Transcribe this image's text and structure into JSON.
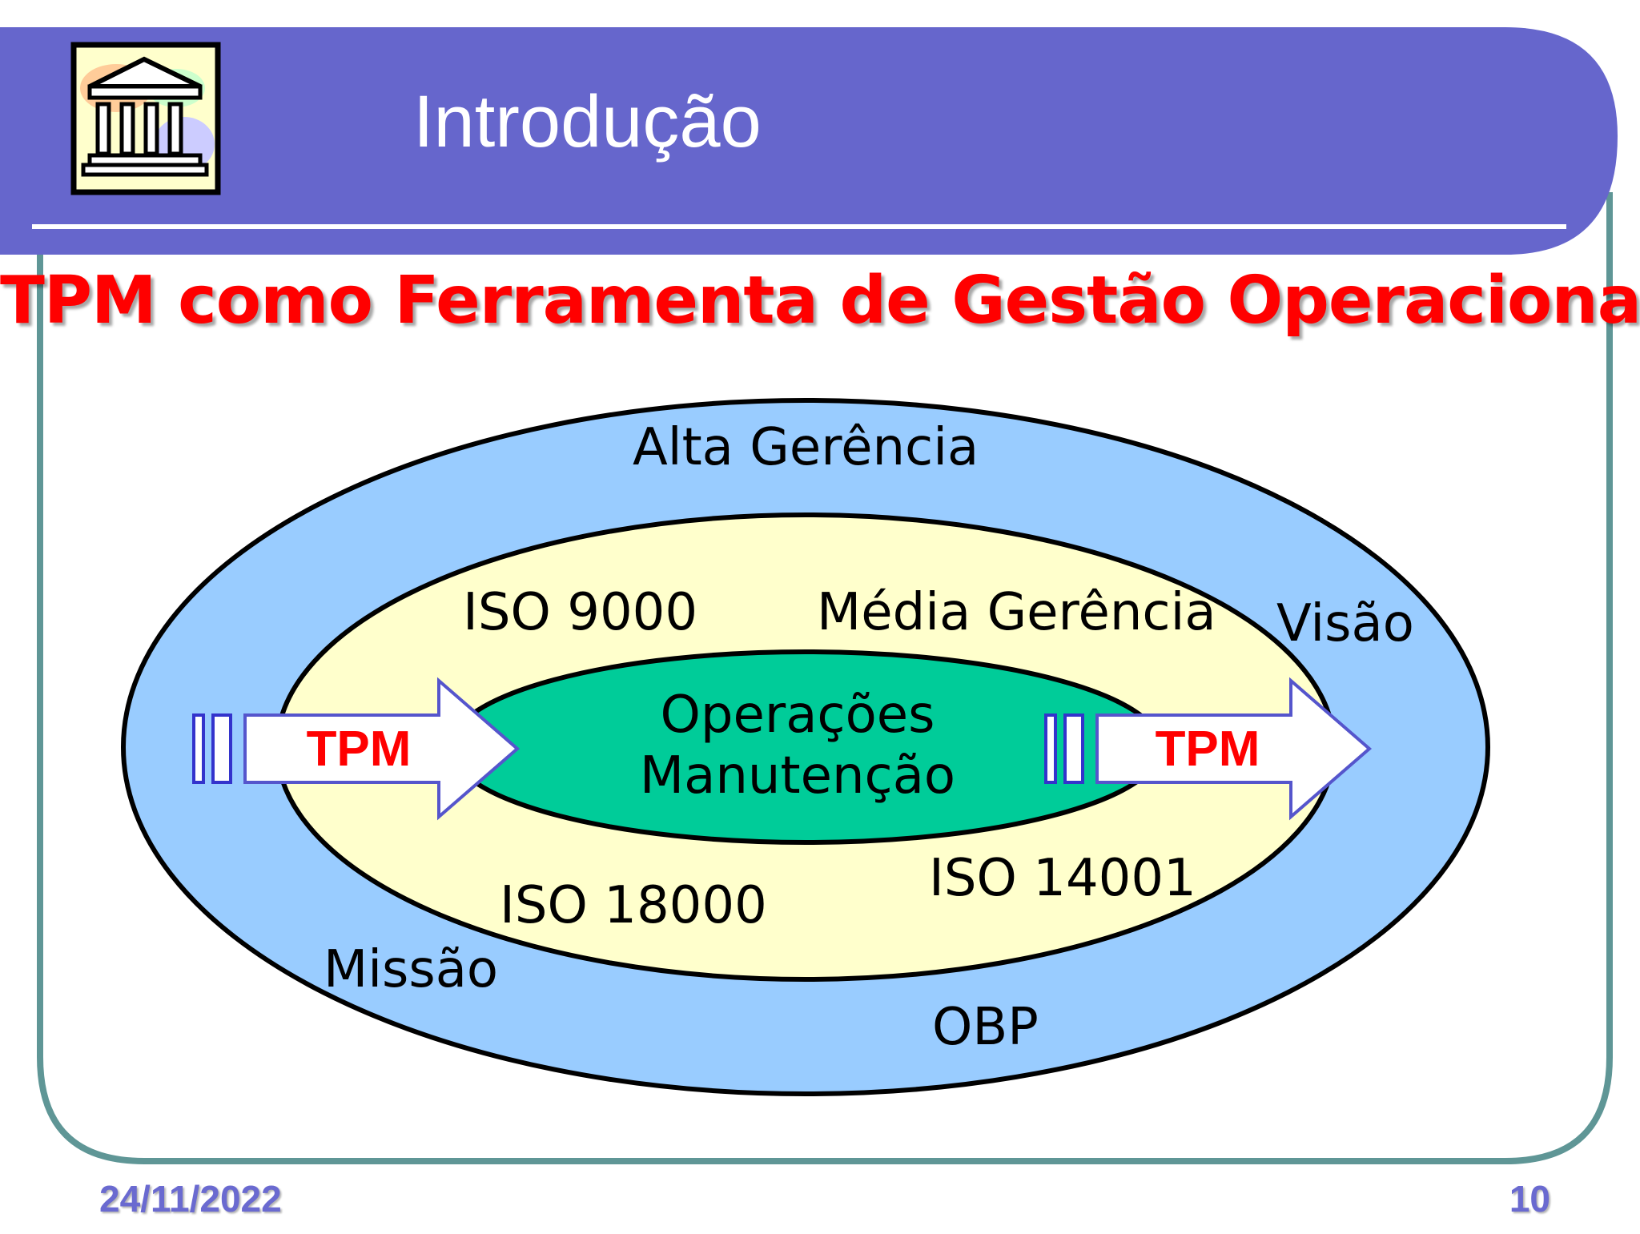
{
  "header": {
    "title": "Introdução",
    "icon": "building-icon"
  },
  "subtitle": "TPM como Ferramenta de Gestão Operacional",
  "diagram": {
    "outer_ring": {
      "color": "#99ccff",
      "labels": {
        "alta_gerencia": "Alta Gerência",
        "visao": "Visão",
        "missao": "Missão",
        "obp": "OBP"
      }
    },
    "middle_ring": {
      "color": "#ffffcc",
      "labels": {
        "iso_9000": "ISO 9000",
        "media_gerencia": "Média Gerência",
        "iso_18000": "ISO 18000",
        "iso_14001": "ISO 14001"
      }
    },
    "core": {
      "color": "#00cc99",
      "line1": "Operações",
      "line2": "Manutenção"
    },
    "arrows": {
      "left_label": "TPM",
      "right_label": "TPM"
    }
  },
  "footer": {
    "date": "24/11/2022",
    "page": "10"
  },
  "colors": {
    "header_band": "#6666cc",
    "frame": "#5f9696",
    "subtitle": "#ff0000",
    "arrow_label": "#ff0000",
    "footer_text": "#6a6ad0"
  }
}
